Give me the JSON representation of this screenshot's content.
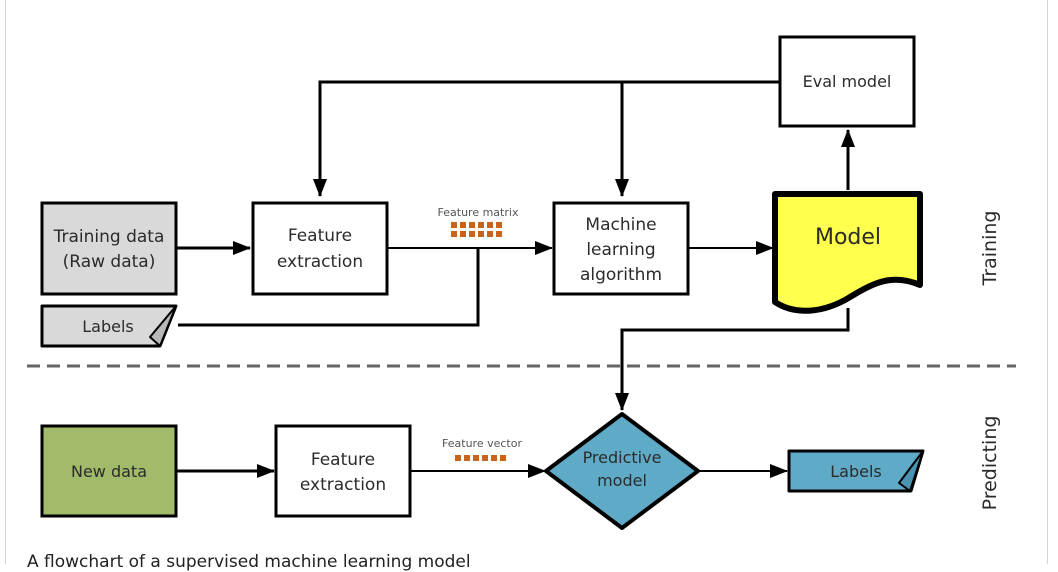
{
  "diagram": {
    "title": "Supervised machine learning flowchart",
    "colors": {
      "stroke": "#000000",
      "grey_fill": "#d9d9d9",
      "model_fill": "#ffff4d",
      "new_data_fill": "#a2bb6a",
      "predict_fill": "#5faac6",
      "matrix_dot": "#c8641e",
      "white": "#ffffff",
      "divider": "#666666"
    },
    "sections": {
      "training": "Training",
      "predicting": "Predicting"
    },
    "nodes": {
      "training_data": {
        "line1": "Training data",
        "line2": "(Raw data)"
      },
      "labels_training": {
        "label": "Labels"
      },
      "feature_extraction_train": {
        "line1": "Feature",
        "line2": "extraction"
      },
      "ml_algorithm": {
        "line1": "Machine",
        "line2": "learning",
        "line3": "algorithm"
      },
      "model": {
        "label": "Model"
      },
      "eval_model": {
        "label": "Eval model"
      },
      "new_data": {
        "label": "New data"
      },
      "feature_extraction_predict": {
        "line1": "Feature",
        "line2": "extraction"
      },
      "predictive_model": {
        "line1": "Predictive",
        "line2": "model"
      },
      "labels_predict": {
        "label": "Labels"
      }
    },
    "edge_labels": {
      "feature_matrix": "Feature matrix",
      "feature_vector": "Feature vector"
    },
    "edges": [
      {
        "from": "training_data",
        "to": "feature_extraction_train"
      },
      {
        "from": "feature_extraction_train",
        "to": "ml_algorithm",
        "label": "Feature matrix"
      },
      {
        "from": "labels_training",
        "to": "ml_algorithm"
      },
      {
        "from": "ml_algorithm",
        "to": "model"
      },
      {
        "from": "model",
        "to": "eval_model"
      },
      {
        "from": "eval_model",
        "to": "feature_extraction_train"
      },
      {
        "from": "eval_model",
        "to": "ml_algorithm"
      },
      {
        "from": "model",
        "to": "predictive_model"
      },
      {
        "from": "new_data",
        "to": "feature_extraction_predict"
      },
      {
        "from": "feature_extraction_predict",
        "to": "predictive_model",
        "label": "Feature vector"
      },
      {
        "from": "predictive_model",
        "to": "labels_predict"
      }
    ]
  },
  "caption": "A flowchart of a supervised machine learning model"
}
